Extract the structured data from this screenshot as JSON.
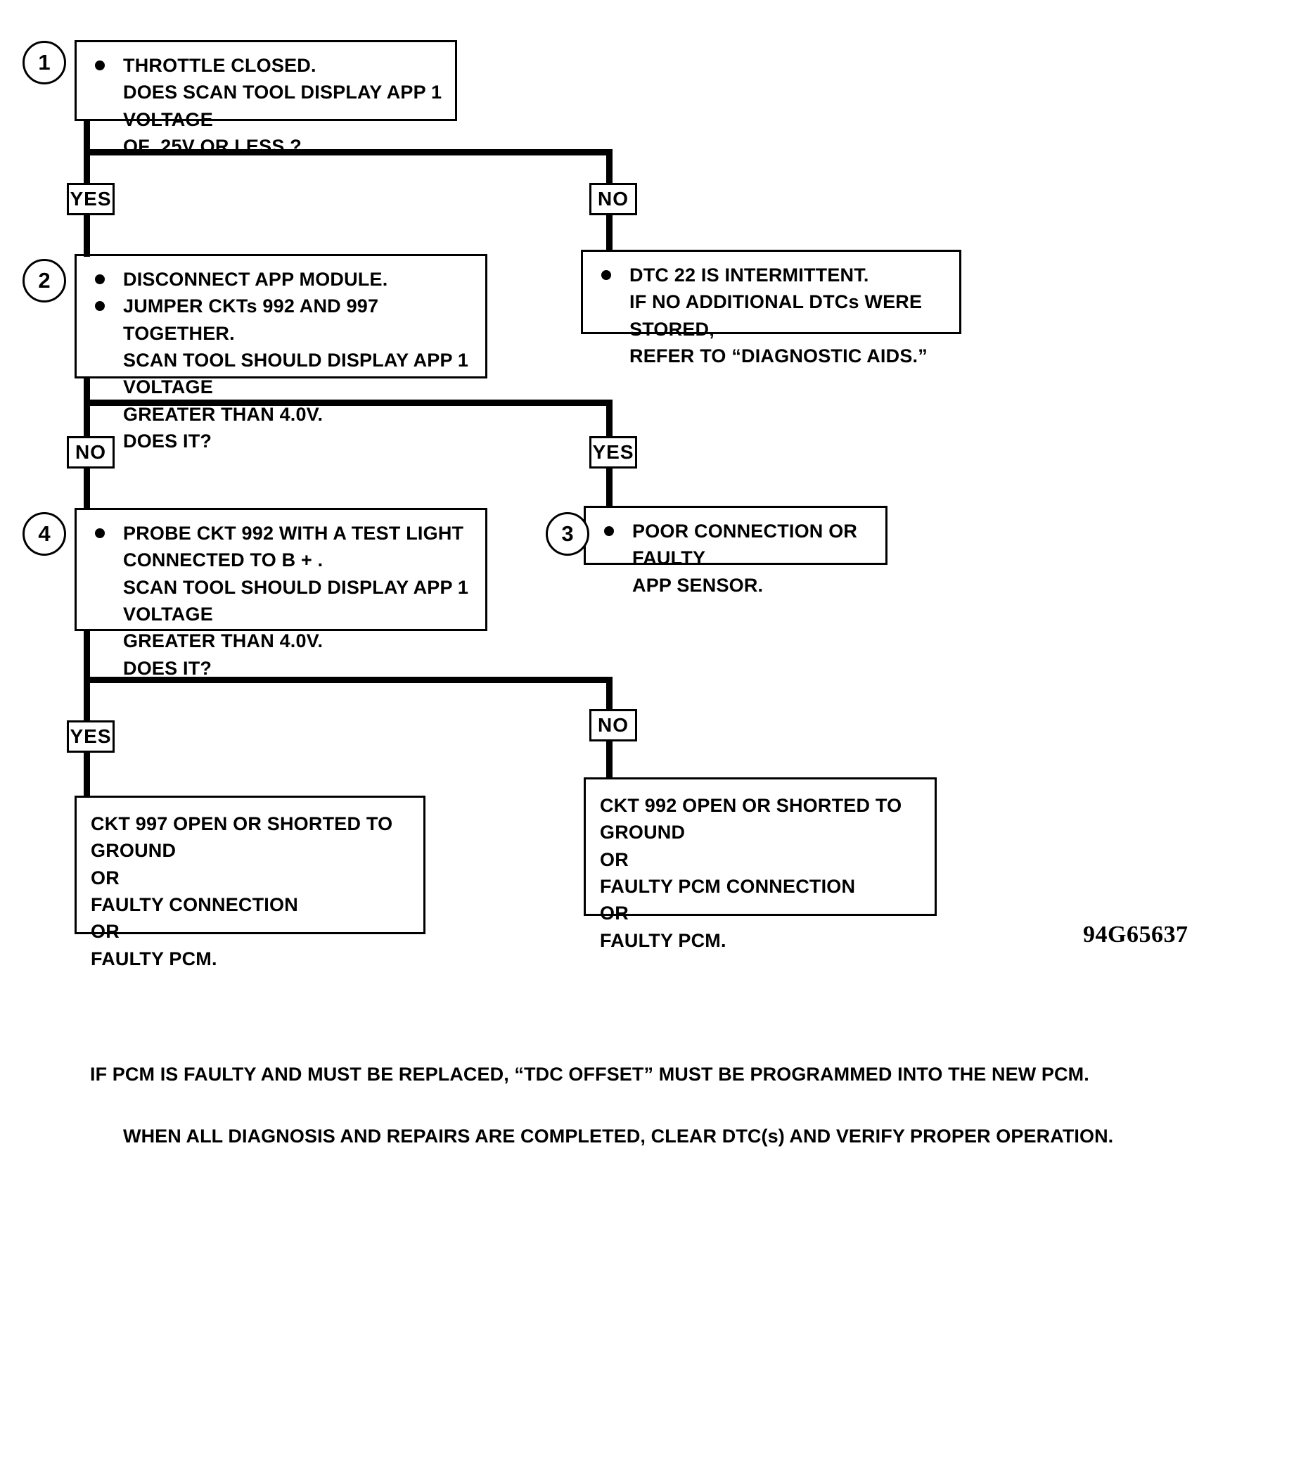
{
  "diagram": {
    "drawing_id": "94G65637",
    "steps": [
      {
        "number": "1",
        "text": "THROTTLE CLOSED.\nDOES SCAN TOOL DISPLAY APP 1 VOLTAGE\nOF .25V OR LESS ?"
      },
      {
        "number": "2",
        "line1": "DISCONNECT APP MODULE.",
        "line2": "JUMPER CKTs 992 AND 997 TOGETHER.\nSCAN TOOL SHOULD DISPLAY APP 1 VOLTAGE\nGREATER THAN 4.0V.\nDOES IT?"
      },
      {
        "number": "3",
        "text": "POOR CONNECTION OR FAULTY\nAPP SENSOR."
      },
      {
        "number": "4",
        "text": "PROBE CKT 992 WITH A TEST LIGHT\nCONNECTED TO B + .\nSCAN TOOL SHOULD DISPLAY APP 1 VOLTAGE\nGREATER THAN 4.0V.\nDOES IT?"
      }
    ],
    "result_boxes": {
      "intermittent": "DTC 22 IS INTERMITTENT.\nIF NO ADDITIONAL DTCs WERE STORED,\nREFER  TO “DIAGNOSTIC AIDS.”",
      "ckt997": "CKT 997 OPEN OR SHORTED TO GROUND\nOR\nFAULTY CONNECTION\nOR\nFAULTY PCM.",
      "ckt992": "CKT 992 OPEN OR SHORTED TO GROUND\nOR\nFAULTY PCM CONNECTION\nOR\nFAULTY PCM."
    },
    "branches": {
      "b1_yes": "YES",
      "b1_no": "NO",
      "b2_no": "NO",
      "b2_yes": "YES",
      "b4_yes": "YES",
      "b4_no": "NO"
    },
    "footnotes": [
      "IF PCM IS FAULTY AND MUST BE REPLACED, “TDC OFFSET” MUST BE PROGRAMMED INTO THE NEW PCM.",
      "WHEN ALL DIAGNOSIS AND REPAIRS ARE COMPLETED, CLEAR DTC(s) AND VERIFY PROPER OPERATION."
    ]
  }
}
